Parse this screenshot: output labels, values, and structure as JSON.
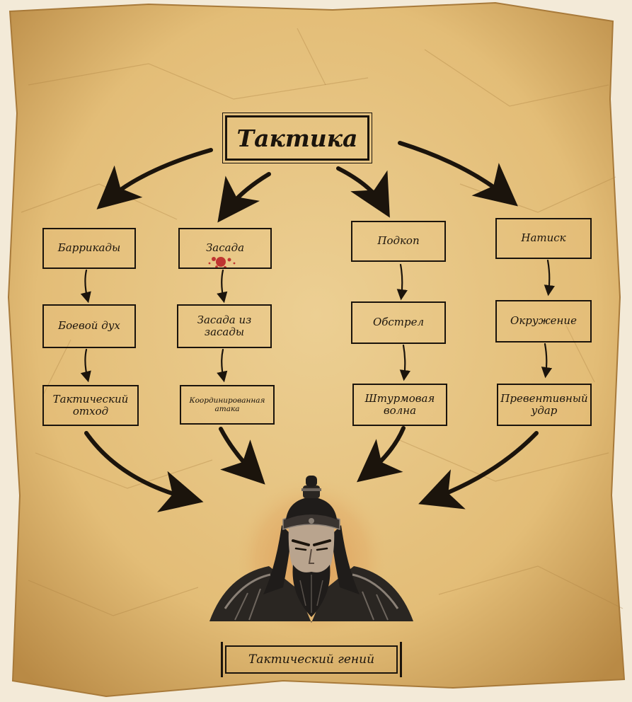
{
  "colors": {
    "paper": "#e8c47e",
    "paper_edge": "#b98a45",
    "ink": "#1b140c",
    "blood": "#b81d24",
    "halo": "#d98a44"
  },
  "diagram": {
    "root": "Тактика",
    "footer_label": "Тактический гений",
    "columns": [
      {
        "items": [
          "Баррикады",
          "Боевой дух",
          "Тактический отход"
        ]
      },
      {
        "items": [
          "Засада",
          "Засада из засады",
          "Координированная атака"
        ]
      },
      {
        "items": [
          "Подкоп",
          "Обстрел",
          "Штурмовая волна"
        ]
      },
      {
        "items": [
          "Натиск",
          "Окружение",
          "Превентивный удар"
        ]
      }
    ]
  },
  "illustration": {
    "subject": "warrior-portrait",
    "decoration": "blood-splatter"
  }
}
